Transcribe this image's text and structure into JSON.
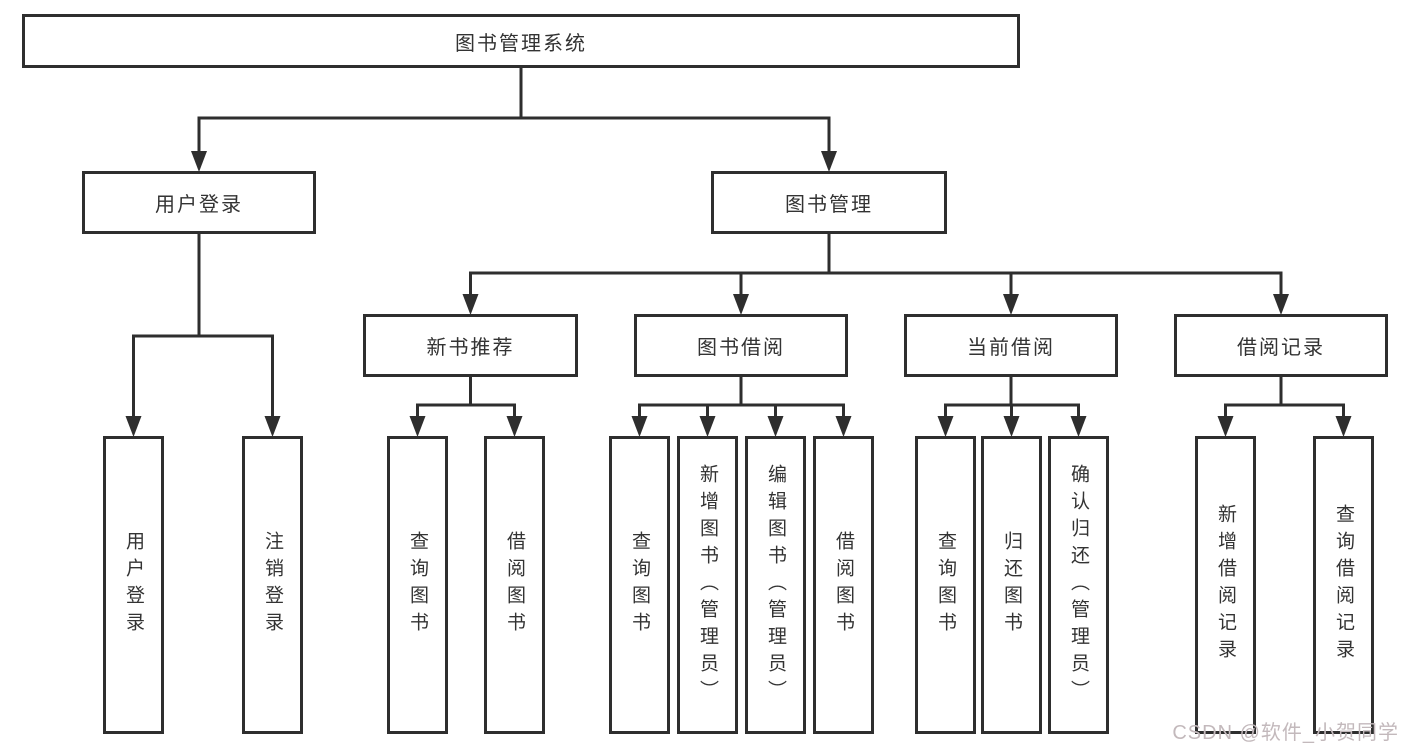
{
  "diagram": {
    "root": {
      "label": "图书管理系统"
    },
    "branches": [
      {
        "label": "用户登录",
        "children": [
          "用户登录",
          "注销登录"
        ]
      },
      {
        "label": "图书管理",
        "modules": [
          {
            "label": "新书推荐",
            "children": [
              "查询图书",
              "借阅图书"
            ]
          },
          {
            "label": "图书借阅",
            "children": [
              "查询图书",
              "新增图书（管理员）",
              "编辑图书（管理员）",
              "借阅图书"
            ]
          },
          {
            "label": "当前借阅",
            "children": [
              "查询图书",
              "归还图书",
              "确认归还（管理员）"
            ]
          },
          {
            "label": "借阅记录",
            "children": [
              "新增借阅记录",
              "查询借阅记录"
            ]
          }
        ]
      }
    ]
  },
  "watermark": {
    "text": "CSDN @软件_小贺同学"
  },
  "colors": {
    "line": "#2e2e2e",
    "box_border": "#2e2e2e",
    "box_fill": "#ffffff",
    "text": "#333333",
    "watermark": "#c3b9bc",
    "background": "#ffffff"
  }
}
